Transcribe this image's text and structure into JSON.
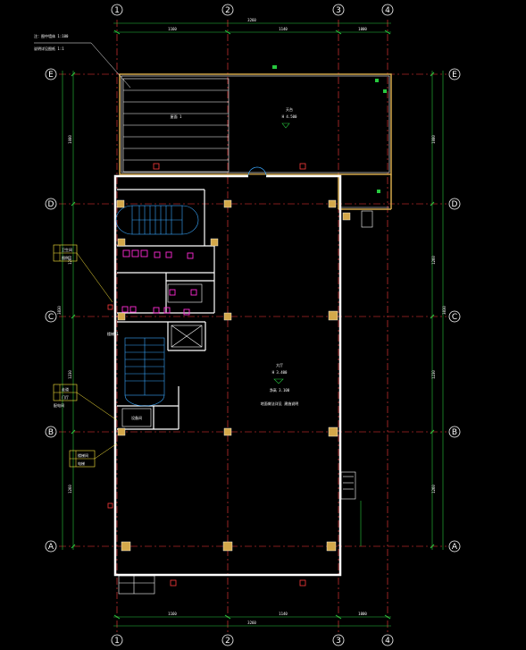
{
  "drawing": {
    "background": "#000000",
    "colors": {
      "grid": "#ff3b3b",
      "wall": "#ffffff",
      "dimension": "#27c93f",
      "column": "#d4a84a",
      "fixture": "#ff2bd6",
      "stair": "#3aa8ff",
      "door": "#3aa8ff",
      "leader": "#ffe93b",
      "red_mark": "#ff3b3b"
    },
    "grid_axes": {
      "vertical": [
        "1",
        "2",
        "3",
        "4"
      ],
      "horizontal": [
        "E",
        "D",
        "C",
        "B",
        "A"
      ]
    },
    "dimensions": {
      "top_total": "3260",
      "bottom_total": "3260",
      "top_segments": [
        "1160",
        "1140",
        "1000"
      ],
      "bottom_segments": [
        "1160",
        "1140",
        "1000"
      ],
      "left_total": "3830",
      "right_total": "3830",
      "left_segments": [
        "1080",
        "1260",
        "1230",
        "1260"
      ],
      "right_segments": [
        "1080",
        "1260",
        "1230",
        "1260"
      ]
    },
    "notes": {
      "top_left_note_1": "注：图中墙体 1:100",
      "top_left_note_2": "说明详见图纸 1:1",
      "roof_label": "屋面 1",
      "roof_area_note_1": "天台",
      "roof_area_note_2": "H 4.500",
      "hall_note_1": "大厅",
      "hall_note_2": "H 3.400",
      "hall_note_3": "净高 3.100",
      "hall_note_4": "地面做法详见 建施说明",
      "stair_note": "楼梯 1",
      "room_note": "设备间",
      "legend_1": "卫生间",
      "legend_2": "图例",
      "legend_3": "走道",
      "legend_4": "门厅",
      "legend_5": "楼梯间",
      "legend_6": "电梯",
      "legend_7": "配电间"
    }
  }
}
